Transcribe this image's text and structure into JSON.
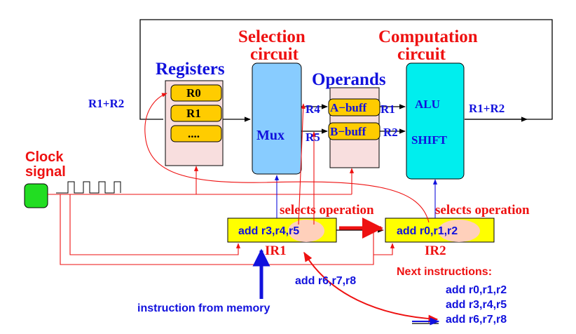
{
  "headers": {
    "registers": "Registers",
    "selection_1": "Selection",
    "selection_2": "circuit",
    "operands": "Operands",
    "computation_1": "Computation",
    "computation_2": "circuit"
  },
  "registers": {
    "items": [
      "R0",
      "R1",
      "...."
    ]
  },
  "mux": {
    "label": "Mux"
  },
  "operands": {
    "a_buff": "A−buff",
    "b_buff": "B−buff"
  },
  "alu": {
    "label_1": "ALU",
    "label_2": "SHIFT"
  },
  "bus_labels": {
    "feedback_in": "R1+R2",
    "mux_out_top": "R4",
    "mux_out_bottom": "R5",
    "op_out_top": "R1",
    "op_out_bottom": "R2",
    "alu_out": "R1+R2"
  },
  "clock": {
    "label_1": "Clock",
    "label_2": "signal"
  },
  "instruction_registers": {
    "ir1": {
      "instruction": "add r3,r4,r5",
      "label": "IR1",
      "selects": "selects operation"
    },
    "ir2": {
      "instruction": "add r0,r1,r2",
      "label": "IR2",
      "selects": "selects operation"
    }
  },
  "pending_instruction": "add r6,r7,r8",
  "memory_label": "instruction from memory",
  "next_instructions": {
    "title": "Next instructions:",
    "items": [
      "add r0,r1,r2",
      "add r3,r4,r5",
      "add r6,r7,r8"
    ]
  },
  "colors": {
    "header_red": "#ee1111",
    "label_blue": "#1111dd",
    "register_panel": "#f8dede",
    "register_chip": "#ffcc00",
    "mux_fill": "#88ccff",
    "alu_fill": "#00eeee",
    "ir_fill": "#ffff00",
    "clock_green": "#22dd22",
    "wire_red": "#ee1111"
  }
}
